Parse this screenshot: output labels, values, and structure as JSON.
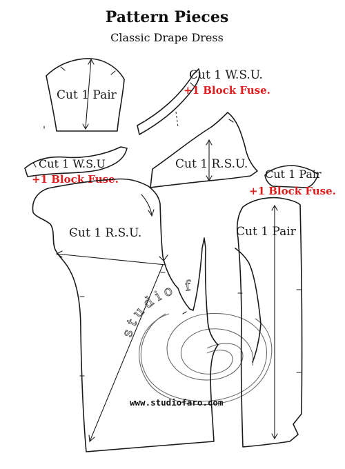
{
  "header": {
    "title": "Pattern Pieces",
    "subtitle": "Classic Drape Dress"
  },
  "pieces": {
    "sleeve": {
      "label": "Cut 1 Pair"
    },
    "front_facing": {
      "label": "Cut 1 W.S.U.",
      "fuse": "+1 Block Fuse."
    },
    "back_facing": {
      "label": "Cut 1 W.S.U",
      "fuse": "+1 Block Fuse."
    },
    "front_yoke": {
      "label": "Cut 1 R.S.U."
    },
    "side_piece": {
      "label": "Cut 1 Pair",
      "fuse": "+1 Block Fuse."
    },
    "front_body": {
      "label": "Cut 1 R.S.U."
    },
    "back_body": {
      "label": "Cut 1 Pair"
    }
  },
  "watermark": {
    "text": "studio faro",
    "website": "www.studiofaro.com"
  }
}
